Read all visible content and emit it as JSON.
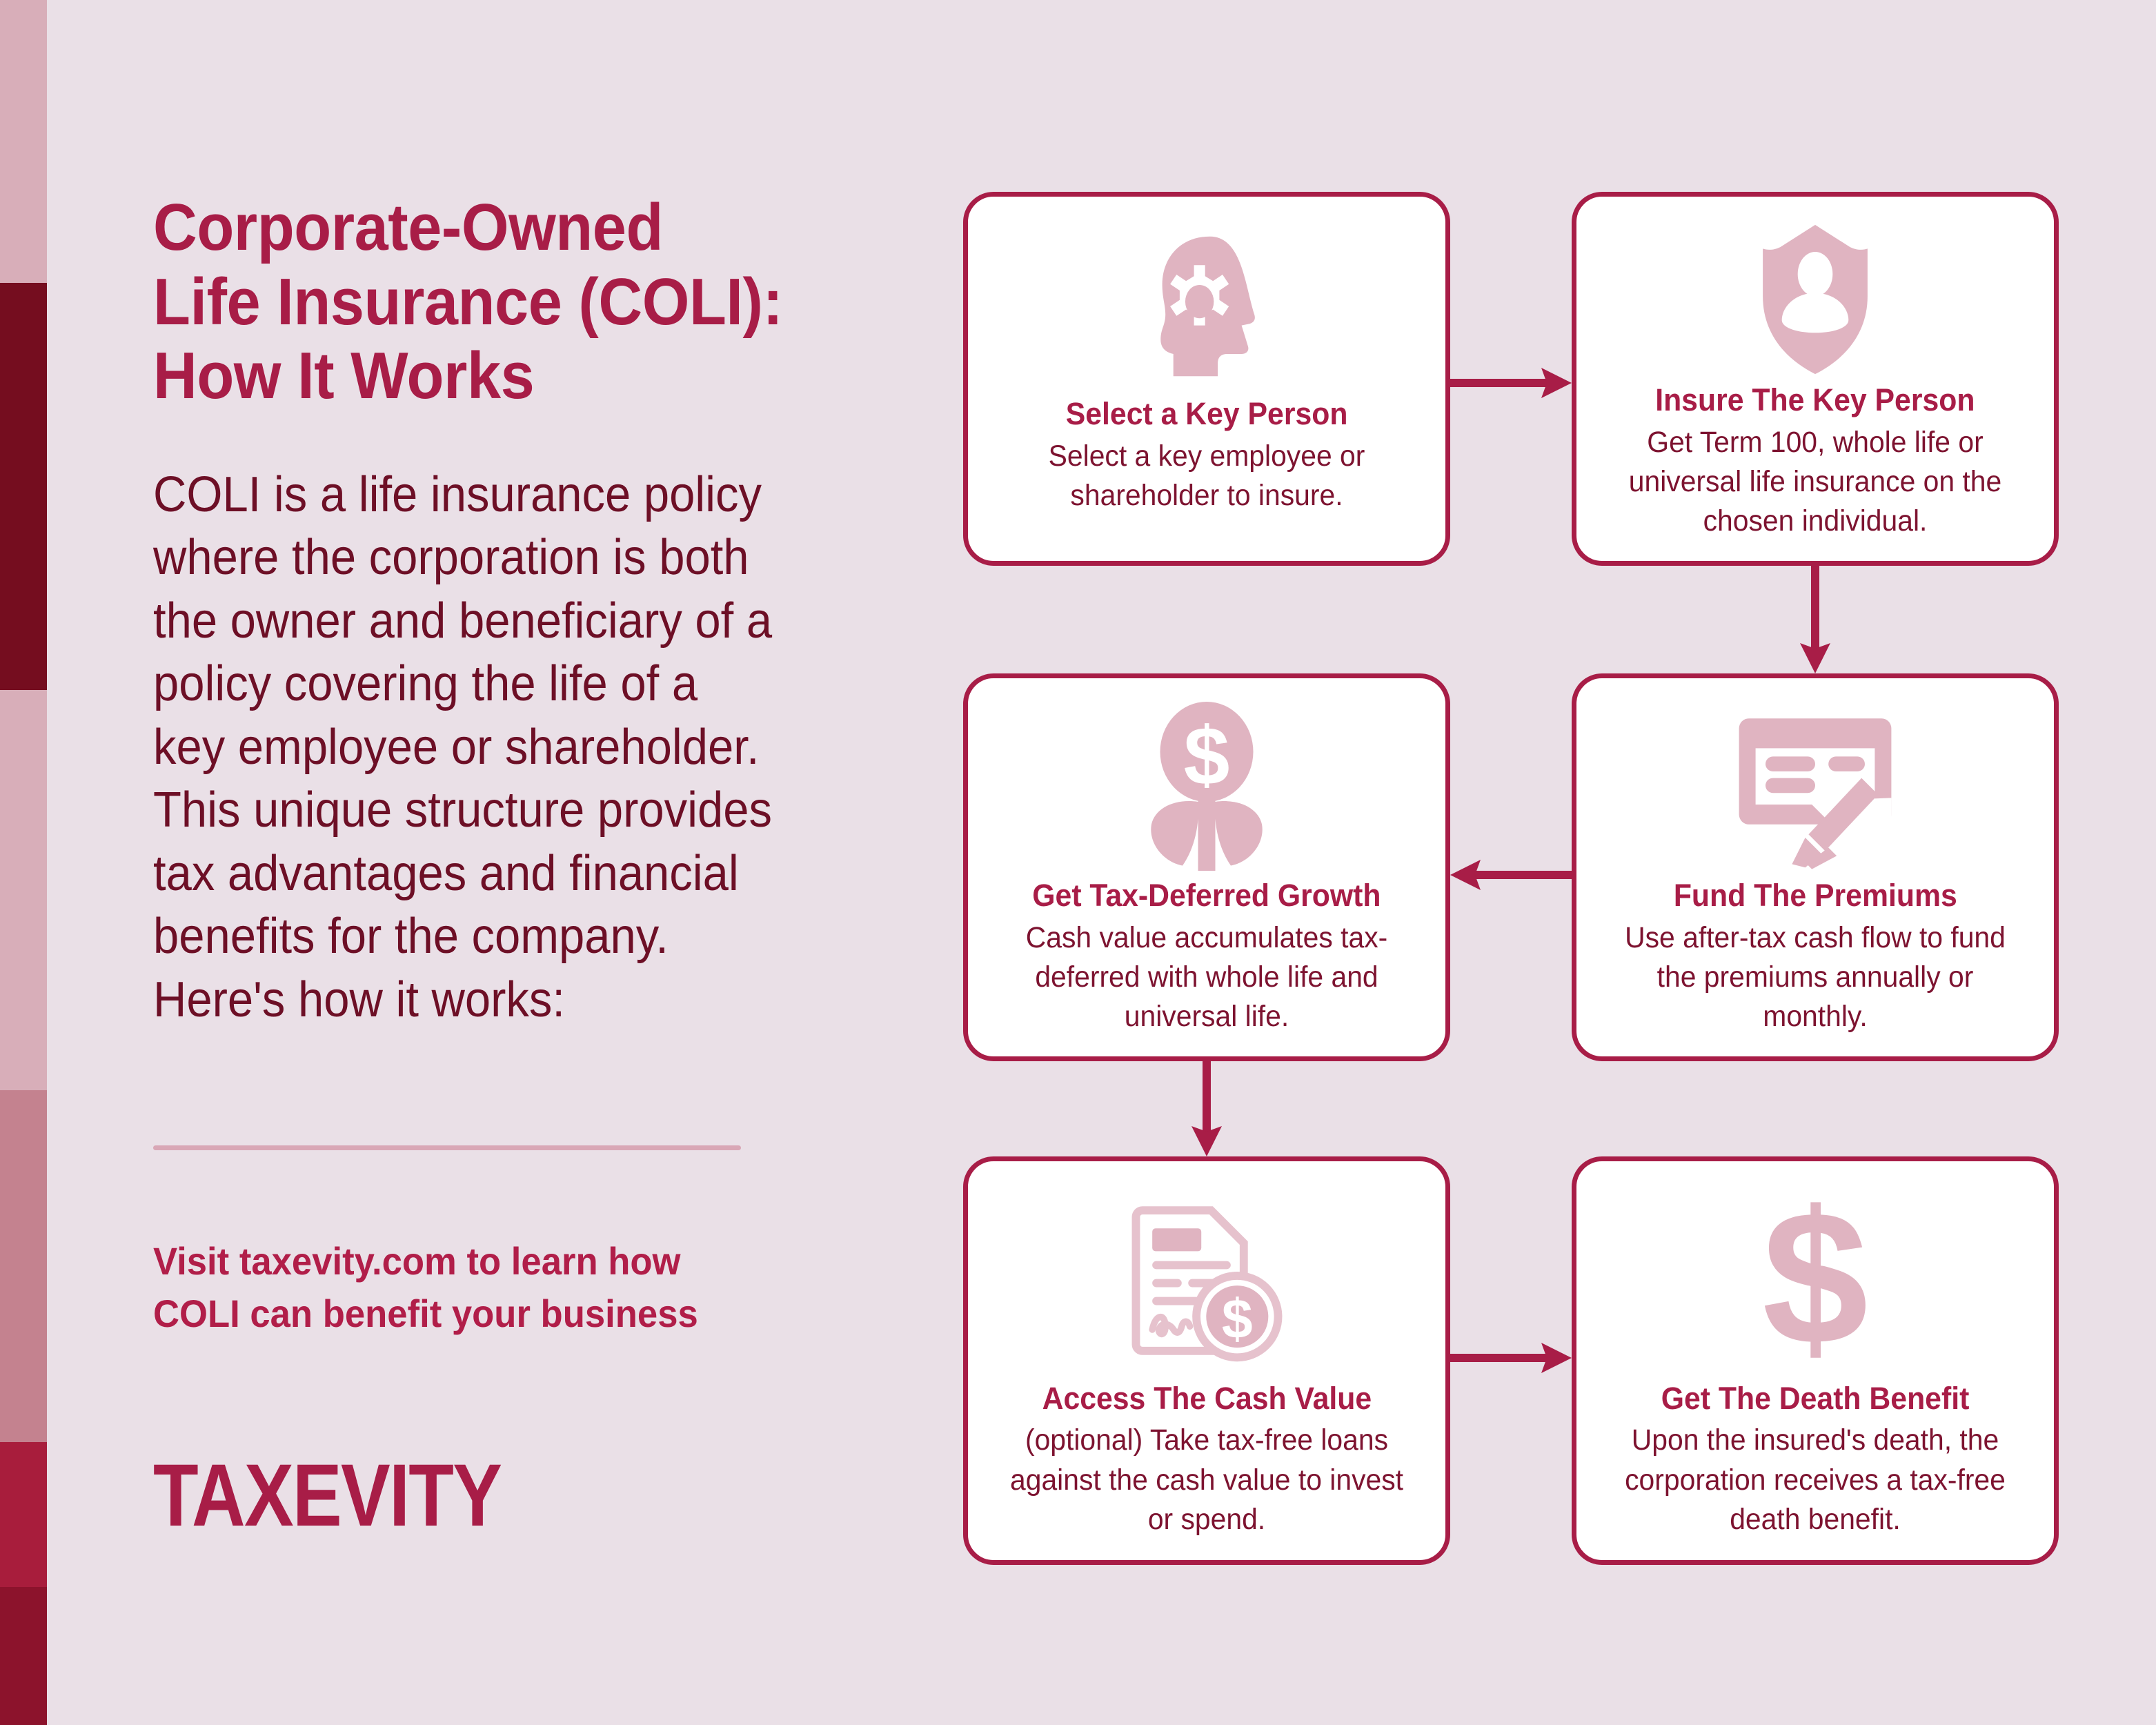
{
  "background_color": "#EAE0E7",
  "accent_color": "#A81D47",
  "body_text_color": "#6D0F26",
  "icon_color": "#E0B4C1",
  "sidebar_stripe": {
    "name": "decorative-color-stripe",
    "bands": [
      {
        "color": "#D8AEB9",
        "height_pct": 16.4
      },
      {
        "color": "#750D1F",
        "height_pct": 23.6
      },
      {
        "color": "#D8AEB9",
        "height_pct": 23.2
      },
      {
        "color": "#C4828F",
        "height_pct": 20.4
      },
      {
        "color": "#A81D3C",
        "height_pct": 8.4
      },
      {
        "color": "#8C132C",
        "height_pct": 8.0
      }
    ]
  },
  "left": {
    "title": "Corporate-Owned\nLife Insurance (COLI):\nHow It Works",
    "paragraph": "COLI is a life insurance policy\nwhere the corporation is both\nthe owner and beneficiary of a\npolicy covering the life of a\nkey employee or shareholder.\nThis unique structure provides\ntax advantages and financial\nbenefits for the company.\nHere's how it works:",
    "cta": "Visit taxevity.com to learn how\nCOLI can benefit your business",
    "logo": "TAXEVITY"
  },
  "flow": {
    "cards": [
      {
        "id": "select-key-person",
        "icon": "head-with-gear-icon",
        "title": "Select a Key Person",
        "desc": "Select a key employee or shareholder to insure."
      },
      {
        "id": "insure-key-person",
        "icon": "shield-with-person-icon",
        "title": "Insure The Key Person",
        "desc": "Get Term 100, whole life or universal life insurance on the chosen individual."
      },
      {
        "id": "get-tax-deferred-growth",
        "icon": "money-flower-growth-icon",
        "title": "Get Tax-Deferred Growth",
        "desc": "Cash value accumulates tax-deferred with whole life and universal life."
      },
      {
        "id": "fund-the-premiums",
        "icon": "cheque-with-pen-icon",
        "title": "Fund The Premiums",
        "desc": "Use after-tax cash flow to fund the premiums annually or monthly."
      },
      {
        "id": "access-the-cash-value",
        "icon": "document-with-coin-icon",
        "title": "Access The Cash Value",
        "desc": "(optional) Take tax-free loans against the cash value to invest or spend."
      },
      {
        "id": "get-the-death-benefit",
        "icon": "dollar-sign-icon",
        "title": "Get The Death Benefit",
        "desc": "Upon the insured's death, the corporation receives a tax-free death benefit."
      }
    ],
    "connectors": [
      {
        "name": "arrow-card1-to-card2",
        "direction": "right"
      },
      {
        "name": "arrow-card2-to-card4",
        "direction": "down"
      },
      {
        "name": "arrow-card4-to-card3",
        "direction": "left"
      },
      {
        "name": "arrow-card3-to-card5",
        "direction": "down"
      },
      {
        "name": "arrow-card5-to-card6",
        "direction": "right"
      }
    ]
  }
}
